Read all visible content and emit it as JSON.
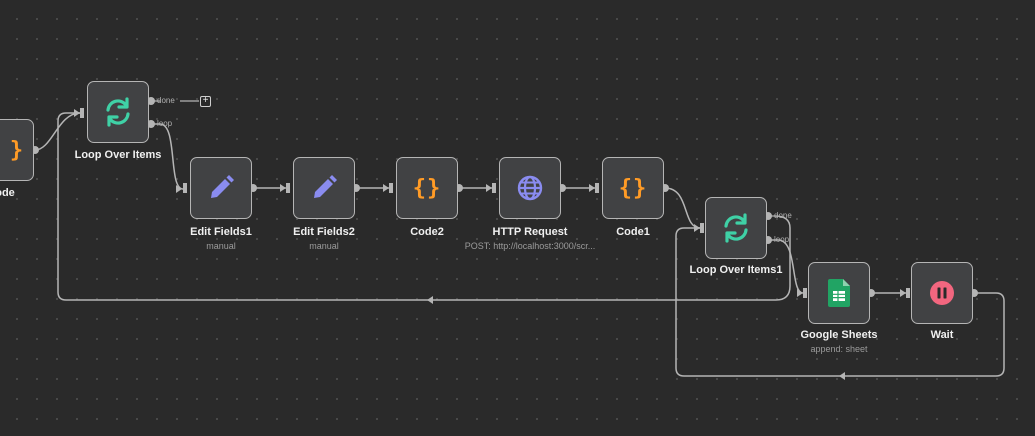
{
  "nodes": {
    "code_partial": {
      "label": "ode",
      "icon": "code-braces-icon"
    },
    "loop": {
      "label": "Loop Over Items",
      "icon": "loop-icon",
      "ports": {
        "done": "done",
        "loop": "loop"
      }
    },
    "edit1": {
      "label": "Edit Fields1",
      "sub": "manual",
      "icon": "pencil-icon"
    },
    "edit2": {
      "label": "Edit Fields2",
      "sub": "manual",
      "icon": "pencil-icon"
    },
    "code2": {
      "label": "Code2",
      "icon": "code-braces-icon"
    },
    "http": {
      "label": "HTTP Request",
      "sub": "POST: http://localhost:3000/scr...",
      "icon": "globe-icon"
    },
    "code1": {
      "label": "Code1",
      "icon": "code-braces-icon"
    },
    "loop1": {
      "label": "Loop Over Items1",
      "icon": "loop-icon",
      "ports": {
        "done": "done",
        "loop": "loop"
      }
    },
    "sheets": {
      "label": "Google Sheets",
      "sub": "append: sheet",
      "icon": "google-sheets-icon"
    },
    "wait": {
      "label": "Wait",
      "icon": "pause-icon"
    }
  },
  "add_button": {
    "label": "+",
    "icon": "plus-icon"
  },
  "colors": {
    "canvas": "#2a2a2a",
    "node_bg": "#414244",
    "edge": "#b5b5b5",
    "loop_icon": "#3fd1a6",
    "pencil_icon": "#8a8cf0",
    "code_icon": "#ff9b26",
    "globe_icon": "#8a8cf0",
    "sheets_icon": "#21a464",
    "wait_icon": "#f2667f"
  }
}
